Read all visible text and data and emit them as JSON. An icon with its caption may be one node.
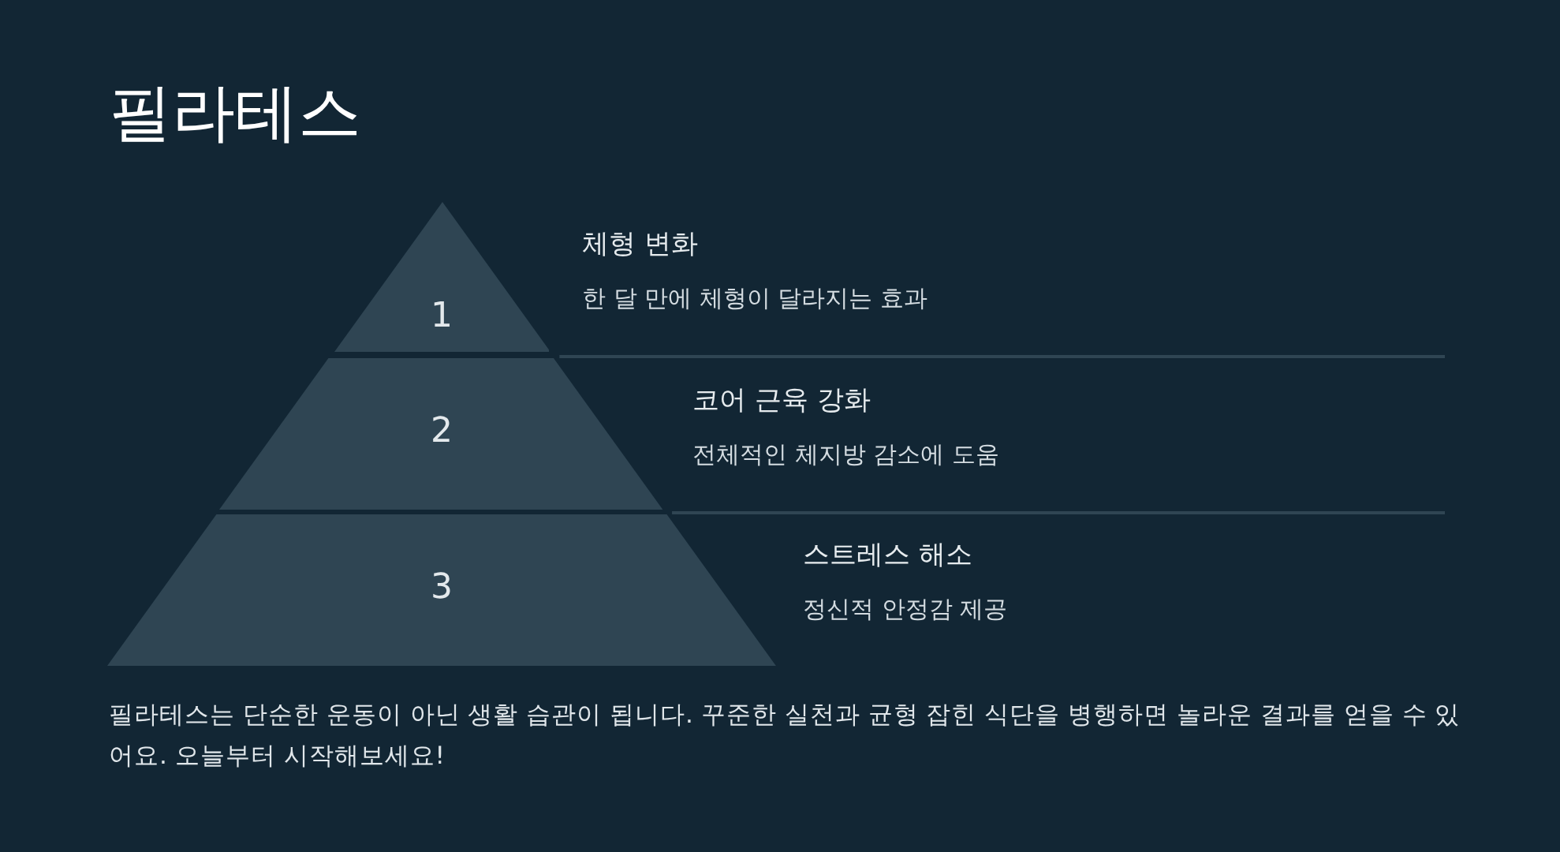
{
  "diagram": {
    "title": "필라테스",
    "nodes": [
      {
        "text": [
          "1"
        ],
        "beside": [
          "체형 변화",
          "한 달 만에 체형이 달라지는 효과"
        ]
      },
      {
        "text": [
          "2"
        ],
        "beside": [
          "코어 근육 강화",
          "전체적인 체지방 감소에 도움"
        ]
      },
      {
        "text": [
          "3"
        ],
        "beside": [
          "스트레스 해소",
          "정신적 안정감 제공"
        ]
      }
    ],
    "caption": "필라테스는 단순한 운동이 아닌 생활 습관이 됩니다. 꾸준한 실천과 균형 잡힌 식단을 병행하면 놀라운 결과를 얻을 수 있어요. 오늘부터 시작해보세요!"
  }
}
